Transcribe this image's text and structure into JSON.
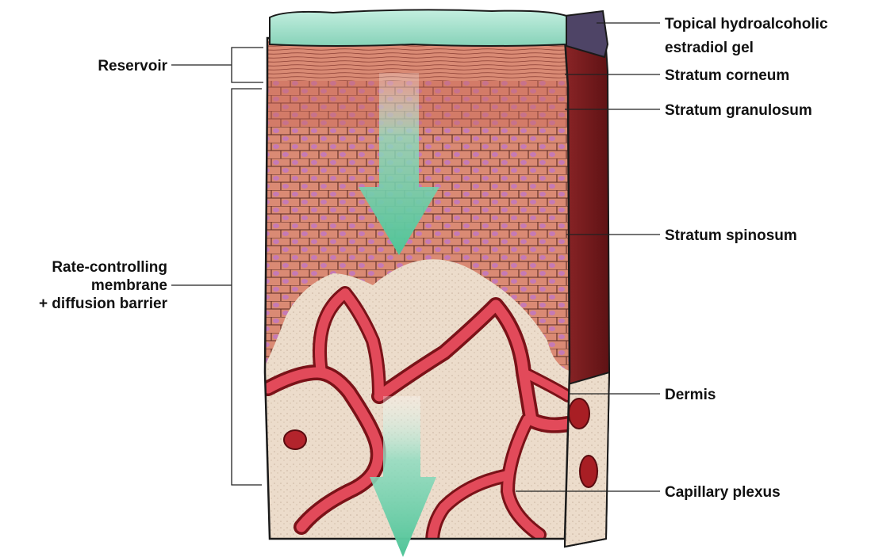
{
  "labels": {
    "gel_line1": "Topical hydroalcoholic",
    "gel_line2": "estradiol gel",
    "stratum_corneum": "Stratum corneum",
    "stratum_granulosum": "Stratum granulosum",
    "stratum_spinosum": "Stratum spinosum",
    "dermis": "Dermis",
    "capillary_plexus": "Capillary plexus",
    "reservoir": "Reservoir",
    "rcm_line1": "Rate-controlling",
    "rcm_line2": "membrane",
    "rcm_line3": "+ diffusion barrier"
  },
  "colors": {
    "gel": "#9ddcc6",
    "gel_side": "#4e4466",
    "corneum": "#d98872",
    "epidermis": "#d98672",
    "cell_nucleus": "#c77bb6",
    "right_face": "#7a1c1e",
    "dermis": "#e9d8c8",
    "capillary": "#e24a5a",
    "arrow": "#5cc9a0"
  }
}
